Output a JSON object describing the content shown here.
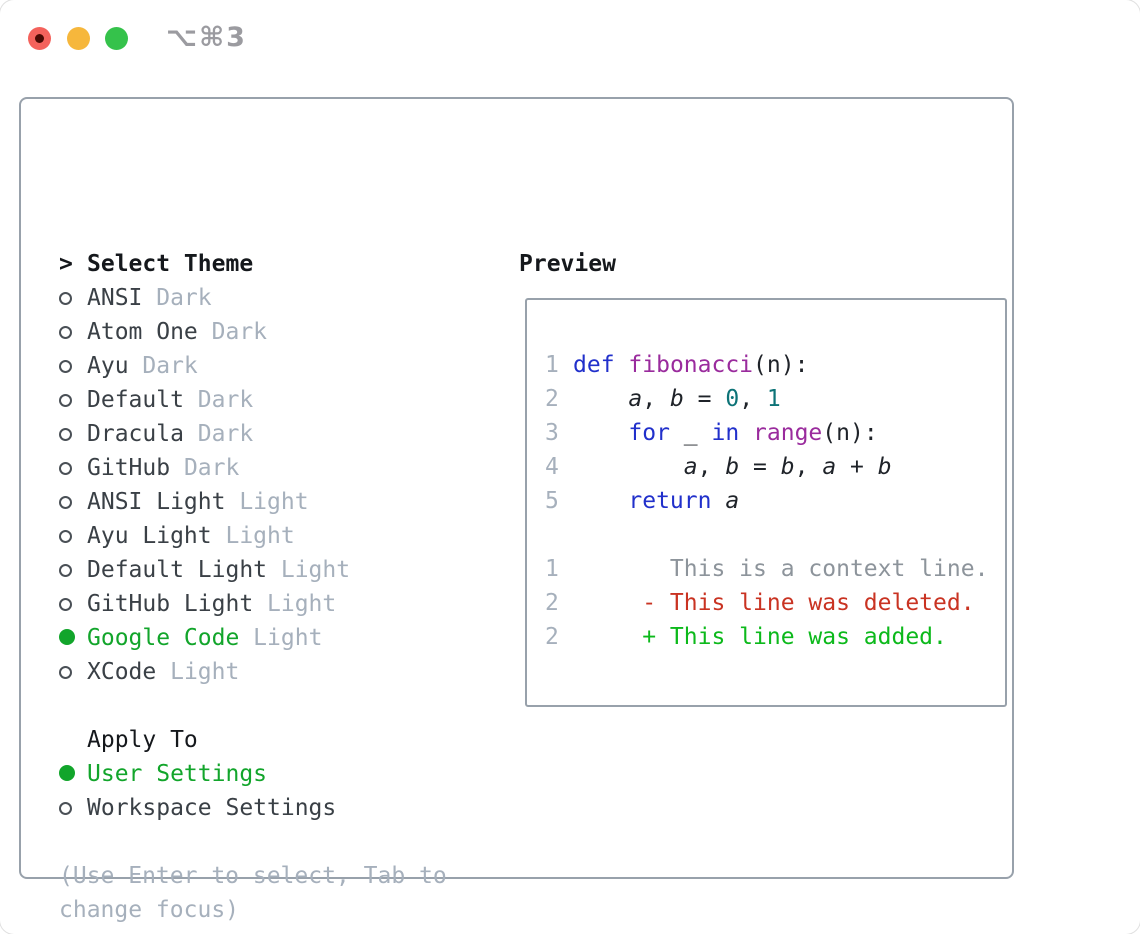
{
  "window": {
    "title": "⌥⌘3"
  },
  "colors": {
    "accent_green": "#12a52b",
    "diff_added_green": "#0cb91b",
    "diff_deleted_red": "#c93322",
    "keyword_blue": "#2130cb",
    "function_purple": "#9a2b9d",
    "number_teal": "#0d7377",
    "muted_gray": "#a6b0bc",
    "border_gray": "#98a1ab",
    "traffic_red": "#f4625c",
    "traffic_yellow": "#f6b73c",
    "traffic_green": "#35c24b"
  },
  "theme_selector": {
    "prompt": ">",
    "header": "Select Theme",
    "items": [
      {
        "name": "ANSI",
        "variant": "Dark",
        "selected": false
      },
      {
        "name": "Atom One",
        "variant": "Dark",
        "selected": false
      },
      {
        "name": "Ayu",
        "variant": "Dark",
        "selected": false
      },
      {
        "name": "Default",
        "variant": "Dark",
        "selected": false
      },
      {
        "name": "Dracula",
        "variant": "Dark",
        "selected": false
      },
      {
        "name": "GitHub",
        "variant": "Dark",
        "selected": false
      },
      {
        "name": "ANSI Light",
        "variant": "Light",
        "selected": false
      },
      {
        "name": "Ayu Light",
        "variant": "Light",
        "selected": false
      },
      {
        "name": "Default Light",
        "variant": "Light",
        "selected": false
      },
      {
        "name": "GitHub Light",
        "variant": "Light",
        "selected": false
      },
      {
        "name": "Google Code",
        "variant": "Light",
        "selected": true
      },
      {
        "name": "XCode",
        "variant": "Light",
        "selected": false
      }
    ]
  },
  "apply_to": {
    "label": "Apply To",
    "options": [
      {
        "name": "User Settings",
        "selected": true
      },
      {
        "name": "Workspace Settings",
        "selected": false
      }
    ]
  },
  "help": {
    "lines": [
      "(Use Enter to select, Tab to",
      "change focus)"
    ]
  },
  "preview": {
    "label": "Preview",
    "lines": [
      {
        "num": "1",
        "tokens": [
          [
            "k",
            "def"
          ],
          [
            "p",
            " "
          ],
          [
            "f",
            "fibonacci"
          ],
          [
            "p",
            "(n):"
          ]
        ]
      },
      {
        "num": "2",
        "tokens": [
          [
            "p",
            "    "
          ],
          [
            "v",
            "a"
          ],
          [
            "p",
            ", "
          ],
          [
            "v",
            "b"
          ],
          [
            "p",
            " = "
          ],
          [
            "n",
            "0"
          ],
          [
            "p",
            ", "
          ],
          [
            "n",
            "1"
          ]
        ]
      },
      {
        "num": "3",
        "tokens": [
          [
            "p",
            "    "
          ],
          [
            "k",
            "for"
          ],
          [
            "p",
            " _ "
          ],
          [
            "k",
            "in"
          ],
          [
            "p",
            " "
          ],
          [
            "f",
            "range"
          ],
          [
            "p",
            "(n):"
          ]
        ]
      },
      {
        "num": "4",
        "tokens": [
          [
            "p",
            "        "
          ],
          [
            "v",
            "a"
          ],
          [
            "p",
            ", "
          ],
          [
            "v",
            "b"
          ],
          [
            "p",
            " = "
          ],
          [
            "v",
            "b"
          ],
          [
            "p",
            ", "
          ],
          [
            "v",
            "a"
          ],
          [
            "p",
            " + "
          ],
          [
            "v",
            "b"
          ]
        ]
      },
      {
        "num": "5",
        "tokens": [
          [
            "p",
            "    "
          ],
          [
            "k",
            "return"
          ],
          [
            "p",
            " "
          ],
          [
            "v",
            "a"
          ]
        ]
      },
      {
        "num": "",
        "tokens": []
      },
      {
        "num": "1",
        "tokens": [
          [
            "c",
            "       This is a context line."
          ]
        ]
      },
      {
        "num": "2",
        "tokens": [
          [
            "d",
            "     - This line was deleted."
          ]
        ]
      },
      {
        "num": "2",
        "tokens": [
          [
            "a",
            "     + This line was added."
          ]
        ]
      }
    ]
  }
}
